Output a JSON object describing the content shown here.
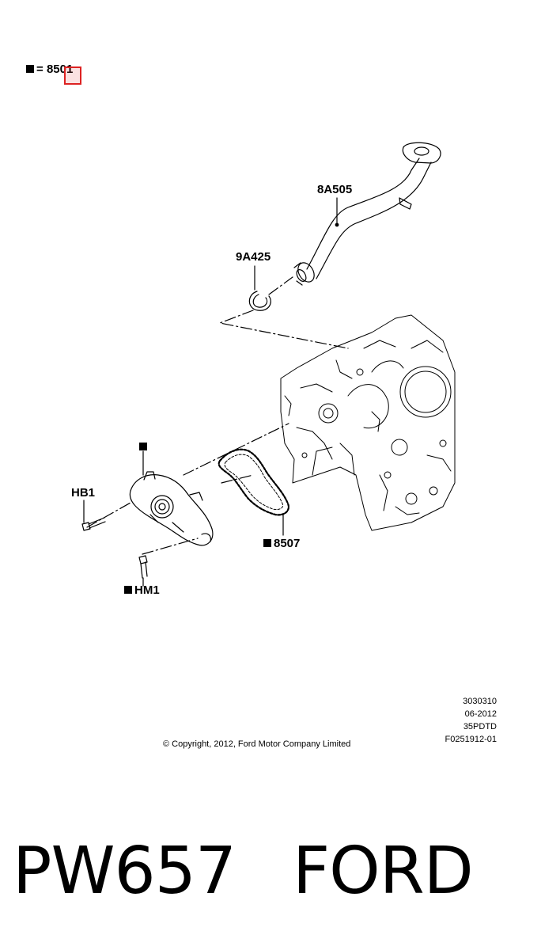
{
  "legend": {
    "equals": "=",
    "part": "8501"
  },
  "callouts": {
    "exhaust_tube": "8A505",
    "retaining_clip": "9A425",
    "bolt_hb1": "HB1",
    "bolt_hm1": "HM1",
    "gasket": "8507"
  },
  "info_block": {
    "line1": "3030310",
    "line2": "06-2012",
    "line3": "35PDTD",
    "line4": "F0251912-01"
  },
  "copyright": "© Copyright, 2012, Ford Motor Company Limited",
  "caption": {
    "part_number": "PW657",
    "brand": "FORD"
  },
  "colors": {
    "line": "#000000",
    "highlight": "#dd2222",
    "background": "#ffffff"
  }
}
